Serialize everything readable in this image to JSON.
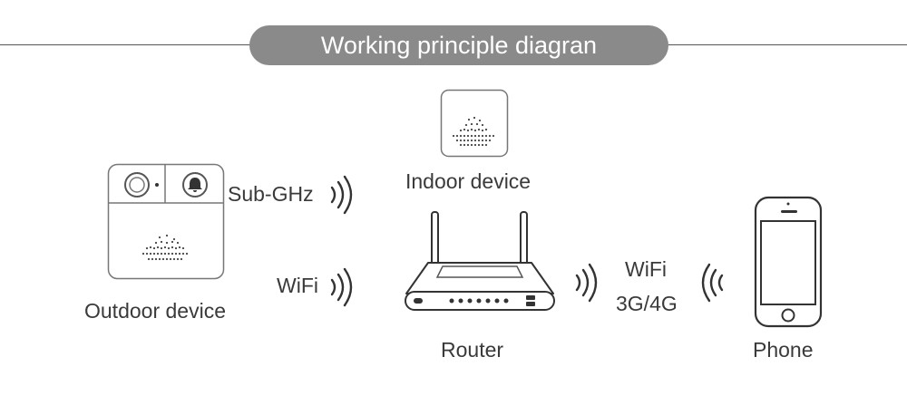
{
  "title": "Working principle diagran",
  "labels": {
    "outdoor": "Outdoor device",
    "indoor": "Indoor device",
    "router": "Router",
    "phone": "Phone",
    "subghz": "Sub-GHz",
    "wifi_left": "WiFi",
    "wifi_right": "WiFi",
    "network": "3G/4G"
  },
  "colors": {
    "title_bg": "#8a8a8a",
    "line": "#3a3a3a",
    "text": "#3a3a3a"
  }
}
